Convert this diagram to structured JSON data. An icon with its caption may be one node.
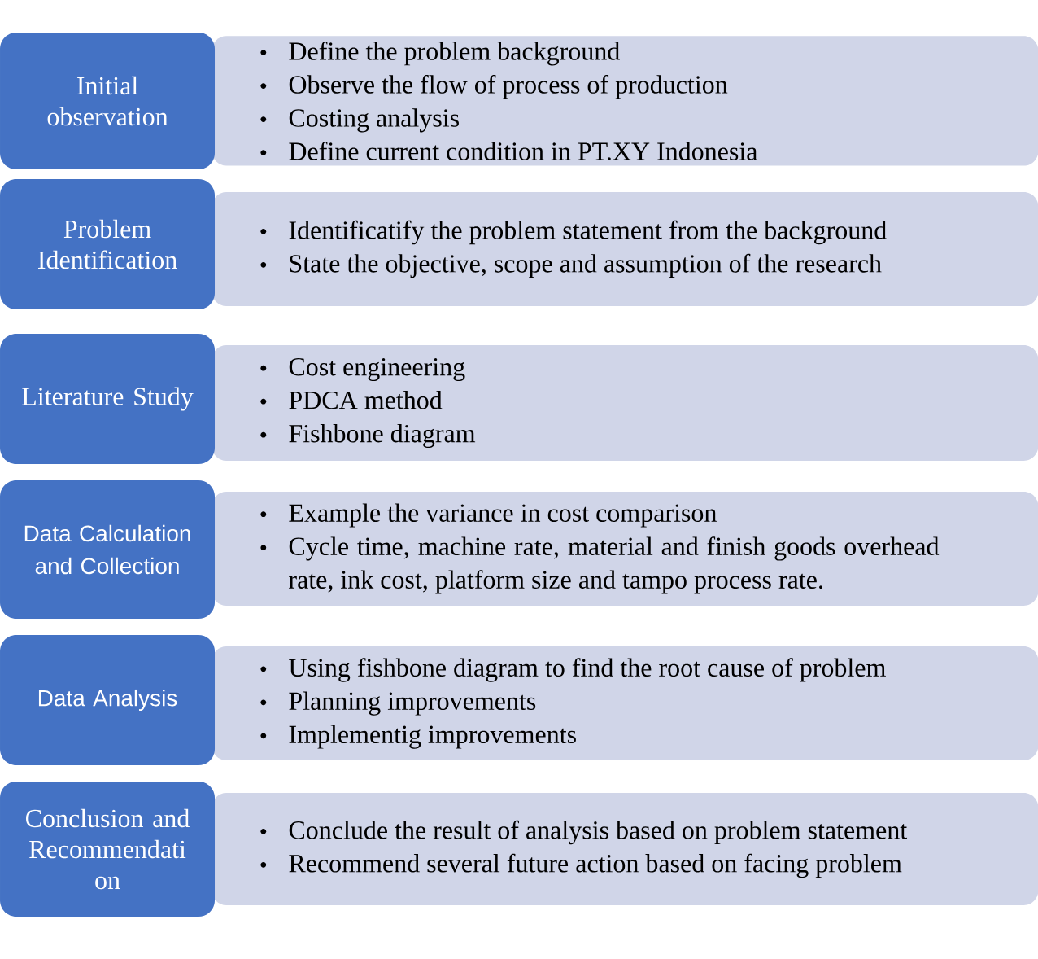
{
  "diagram": {
    "nodes": [
      {
        "text": [
          "Initial observation"
        ]
      },
      {
        "text": [
          "Define the problem background",
          "Observe the flow of process of production",
          "Costing analysis",
          "Define current condition in PT.XY Indonesia"
        ]
      },
      {
        "text": [
          "Problem Identification"
        ]
      },
      {
        "text": [
          "Identificatify the problem statement from the background",
          "State the objective, scope and assumption of the research"
        ]
      },
      {
        "text": [
          "Literature Study"
        ]
      },
      {
        "text": [
          "Cost engineering",
          "PDCA method",
          "Fishbone diagram"
        ]
      },
      {
        "text": [
          "Data Calculation and Collection"
        ]
      },
      {
        "text": [
          "Example the variance in cost comparison",
          "Cycle time, machine rate, material and finish goods overhead rate, ink cost, platform size and tampo process rate."
        ]
      },
      {
        "text": [
          "Data Analysis"
        ]
      },
      {
        "text": [
          "Using fishbone diagram to find the root cause of problem",
          "Planning improvements",
          "Implementig improvements"
        ]
      },
      {
        "text": [
          "Conclusion and Recommendati on"
        ]
      },
      {
        "text": [
          "Conclude the result of analysis based on problem statement",
          "Recommend several future action based on facing problem"
        ]
      }
    ]
  }
}
